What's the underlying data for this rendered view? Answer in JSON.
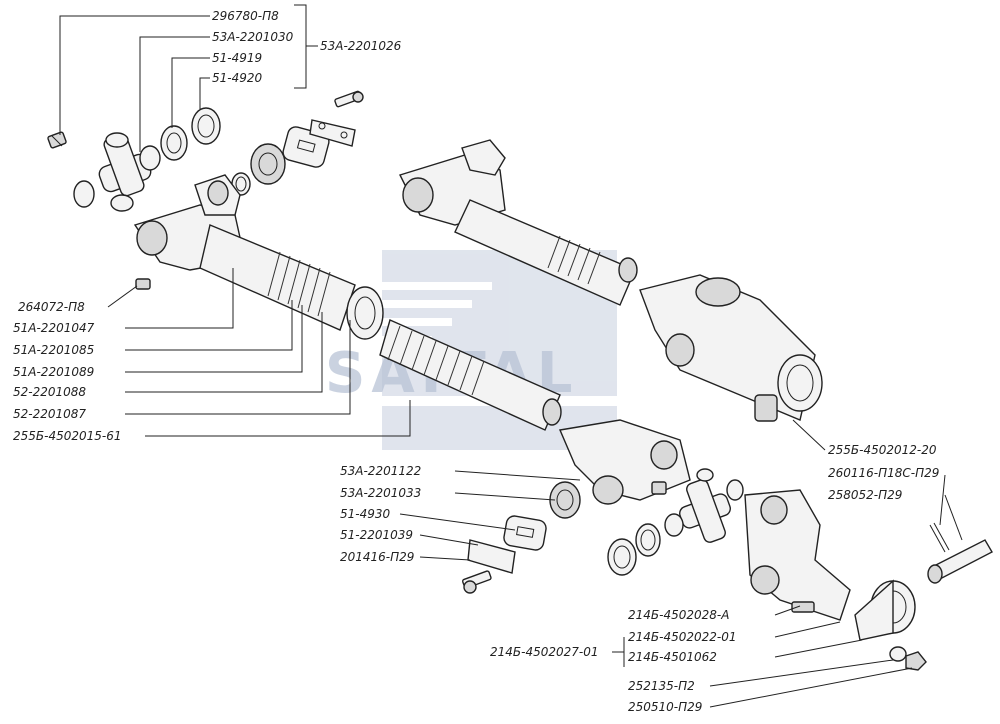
{
  "watermark": {
    "text": "SAITAL",
    "color": "#9aa8c4"
  },
  "labels": {
    "p296780": "296780-П8",
    "p53a2201030": "53А-2201030",
    "p51_4919": "51-4919",
    "p51_4920": "51-4920",
    "group53a2201026": "53А-2201026",
    "p264072": "264072-П8",
    "p51a2201047": "51А-2201047",
    "p51a2201085": "51А-2201085",
    "p51a2201089": "51А-2201089",
    "p52_2201088": "52-2201088",
    "p52_2201087": "52-2201087",
    "p255b4502015": "255Б-4502015-61",
    "p53a2201122": "53А-2201122",
    "p53a2201033": "53А-2201033",
    "p51_4930": "51-4930",
    "p51_2201039": "51-2201039",
    "p201416": "201416-П29",
    "p255b4502012": "255Б-4502012-20",
    "p260116": "260116-П18С-П29",
    "p258052": "258052-П29",
    "p214b4502028": "214Б-4502028-А",
    "p214b4502022": "214Б-4502022-01",
    "group214b4502027": "214Б-4502027-01",
    "p214b4501062": "214Б-4501062",
    "p252135": "252135-П2",
    "p250510": "250510-П29"
  }
}
